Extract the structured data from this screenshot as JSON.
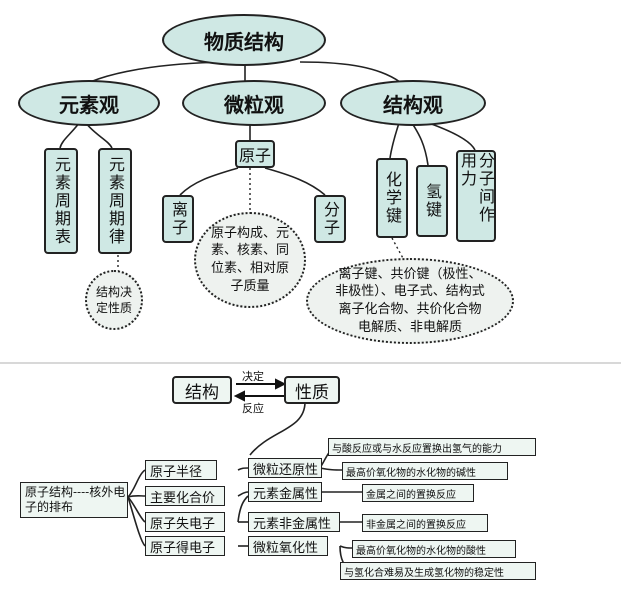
{
  "top": {
    "root": "物质结构",
    "views": [
      "元素观",
      "微粒观",
      "结构观"
    ],
    "element_view": {
      "table": "元素周期表",
      "law": "元素周期律",
      "note": "结构决定性质"
    },
    "particle_view": {
      "atom": "原子",
      "ion": "离子",
      "molecule": "分子",
      "atom_detail": "原子构成、元素、核素、同位素、相对原子质量"
    },
    "structure_view": {
      "chem_bond": "化学键",
      "hydrogen_bond": "氢键",
      "intermolecular": "分子间作用力",
      "detail_lines": [
        "离子键、共价键（极性、",
        "非极性）、电子式、结构式",
        "离子化合物、共价化合物",
        "电解质、非电解质"
      ]
    }
  },
  "bottom": {
    "structure": "结构",
    "property": "性质",
    "decide": "决定",
    "reflect": "反应",
    "atom_structure": "原子结构----核外电子的排布",
    "level1": [
      "原子半径",
      "主要化合价",
      "原子失电子",
      "原子得电子"
    ],
    "level2": [
      "微粒还原性",
      "元素金属性",
      "元素非金属性",
      "微粒氧化性"
    ],
    "level3": [
      "与酸反应或与水反应置换出氢气的能力",
      "最高价氧化物的水化物的碱性",
      "金属之间的置换反应",
      "非金属之间的置换反应",
      "最高价氧化物的水化物的酸性",
      "与氢化合难易及生成氢化物的稳定性"
    ]
  }
}
